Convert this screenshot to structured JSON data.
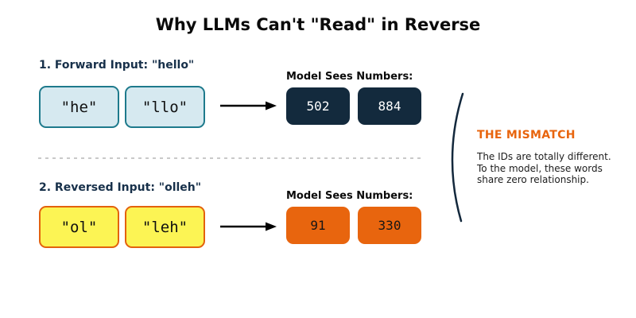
{
  "title": "Why LLMs Can't \"Read\" in Reverse",
  "forward": {
    "label": "1. Forward Input: \"hello\"",
    "tokens": [
      "\"he\"",
      "\"llo\""
    ],
    "model_sees_label": "Model Sees Numbers:",
    "token_ids": [
      "502",
      "884"
    ]
  },
  "reversed": {
    "label": "2. Reversed Input: \"olleh\"",
    "tokens": [
      "\"ol\"",
      "\"leh\""
    ],
    "model_sees_label": "Model Sees Numbers:",
    "token_ids": [
      "91",
      "330"
    ]
  },
  "mismatch": {
    "heading": "THE MISMATCH",
    "lines": [
      "The IDs are totally different.",
      "To the model, these words",
      "share zero relationship."
    ]
  },
  "colors": {
    "navy_box": "#132a3d",
    "navy_text": "#17304a",
    "teal_border": "#1e7a8c",
    "light_blue_fill": "#d6e9f0",
    "yellow_fill": "#fcf454",
    "orange": "#e8650e",
    "divider_gray": "#c9c9c9",
    "arrow_black": "#000000"
  }
}
